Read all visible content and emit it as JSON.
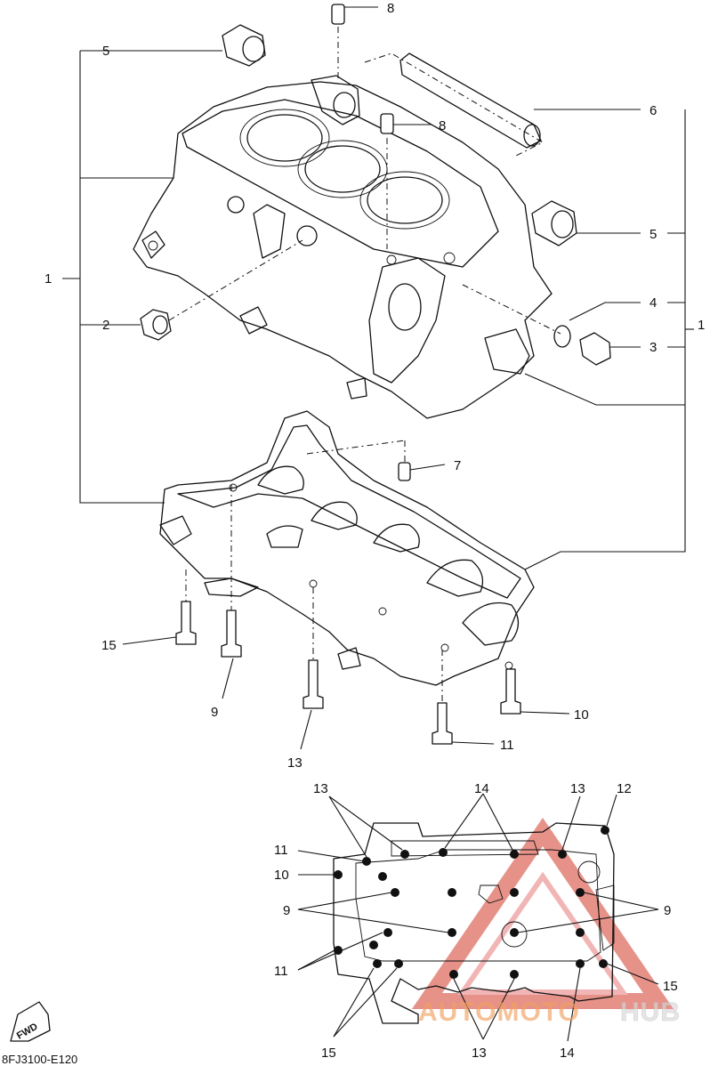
{
  "diagram": {
    "title": "Crankcase exploded view",
    "drawing_code": "8FJ3100-E120",
    "fwd_label": "FWD"
  },
  "callouts": {
    "n1": "1",
    "n1b": "1",
    "n2": "2",
    "n3": "3",
    "n4": "4",
    "n5a": "5",
    "n5b": "5",
    "n6": "6",
    "n7": "7",
    "n8a": "8",
    "n8b": "8",
    "n9": "9",
    "n10": "10",
    "n11": "11",
    "n13": "13",
    "n15": "15"
  },
  "bolt_pattern": {
    "n13a": "13",
    "n14a": "14",
    "n13b": "13",
    "n12": "12",
    "n11a": "11",
    "n10": "10",
    "n9a": "9",
    "n9b": "9",
    "n11b": "11",
    "n15a": "15",
    "n15b": "15",
    "n13c": "13",
    "n14b": "14"
  },
  "watermark": {
    "text_a": "AUTOMOTO",
    "text_b": "HUB",
    "color_primary": "#f0a060",
    "color_secondary": "#d23a2a"
  }
}
